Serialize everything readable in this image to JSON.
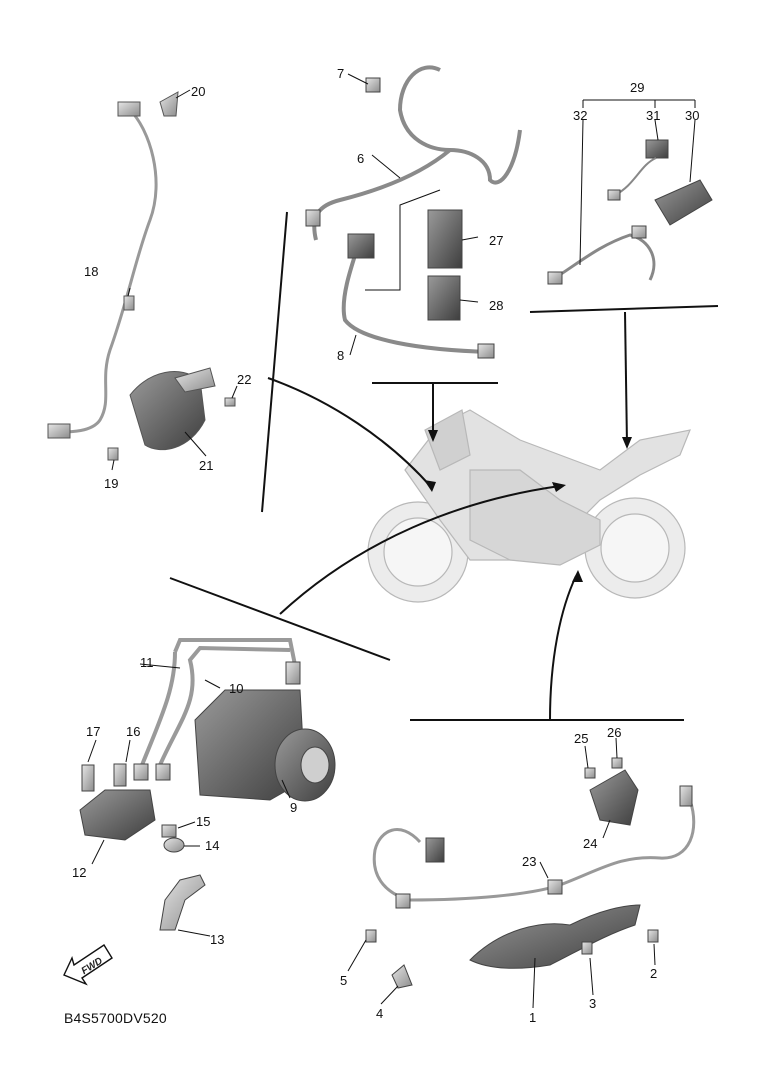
{
  "diagram": {
    "code": "B4S5700DV520",
    "fwd_label": "FWD",
    "callouts": [
      "1",
      "2",
      "3",
      "4",
      "5",
      "6",
      "7",
      "8",
      "9",
      "10",
      "11",
      "12",
      "13",
      "14",
      "15",
      "16",
      "17",
      "18",
      "19",
      "20",
      "21",
      "22",
      "23",
      "24",
      "25",
      "26",
      "27",
      "28",
      "29",
      "30",
      "31",
      "32"
    ],
    "colors": {
      "line": "#111111",
      "part": "#bdbdbd",
      "partDark": "#7a7a7a",
      "ghost": "#dcdcdc"
    }
  }
}
